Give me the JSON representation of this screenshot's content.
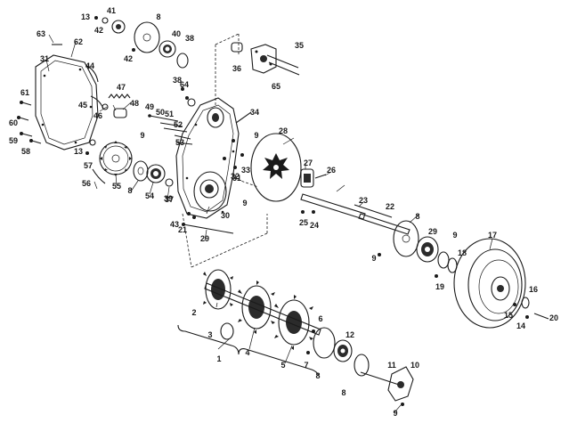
{
  "diagram": {
    "callouts": [
      "1",
      "2",
      "3",
      "4",
      "5",
      "6",
      "7",
      "8",
      "8",
      "8",
      "8",
      "8",
      "9",
      "9",
      "9",
      "9",
      "9",
      "9",
      "10",
      "11",
      "12",
      "13",
      "13",
      "14",
      "15",
      "16",
      "17",
      "18",
      "19",
      "20",
      "21",
      "22",
      "23",
      "24",
      "25",
      "26",
      "27",
      "28",
      "29",
      "29",
      "30",
      "31",
      "31",
      "32",
      "33",
      "34",
      "35",
      "36",
      "37",
      "38",
      "38",
      "39",
      "40",
      "41",
      "42",
      "42",
      "43",
      "44",
      "45",
      "46",
      "47",
      "48",
      "49",
      "50",
      "51",
      "52",
      "53",
      "54",
      "55",
      "56",
      "57",
      "58",
      "59",
      "60",
      "61",
      "62",
      "63",
      "64",
      "65"
    ],
    "colors": {
      "ink": "#1a1a1a",
      "paper": "#ffffff"
    }
  }
}
